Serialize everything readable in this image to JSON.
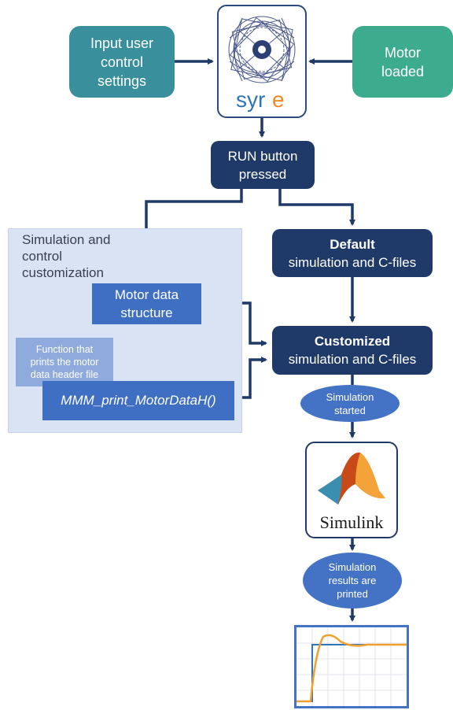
{
  "nodes": {
    "input_settings": "Input user\ncontrol\nsettings",
    "motor_loaded": "Motor\nloaded",
    "syre_logo_text": "syre",
    "run_button": "RUN button\npressed",
    "default_bold": "Default",
    "default_rest": "simulation and C-files",
    "customized_bold": "Customized",
    "customized_rest": "simulation and C-files",
    "sim_started": "Simulation\nstarted",
    "simulink_logo_text": "Simulink",
    "sim_results": "Simulation\nresults are\nprinted",
    "region_title": "Simulation and\ncontrol\ncustomization",
    "motor_data": "Motor data\nstructure",
    "function_note": "Function that\nprints the motor\ndata header file",
    "print_function": "MMM_print_MotorDataH()"
  },
  "colors": {
    "teal": "#3a8f9d",
    "green": "#3dab8d",
    "navy": "#1f3a68",
    "blue": "#4472c4",
    "region": "#dae3f3",
    "syre_orange": "#f08a24",
    "step_blue": "#2e75b6",
    "response_orange": "#f0a030"
  },
  "icons": {
    "syre": "syre-logo-icon",
    "simulink": "simulink-logo-icon",
    "chart": "step-response-chart-icon"
  }
}
